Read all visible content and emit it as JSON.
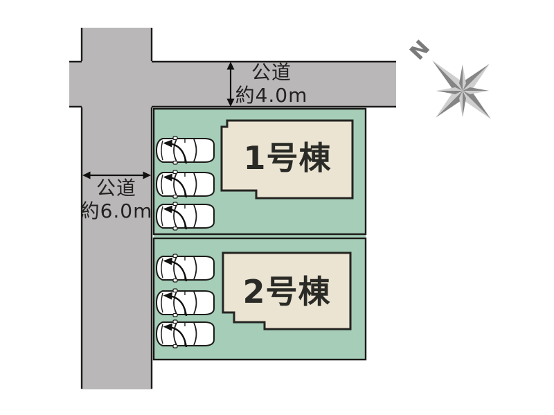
{
  "roads": {
    "top": {
      "name_line": "公道",
      "width_line": "約4.0m"
    },
    "left": {
      "name_line": "公道",
      "width_line": "約6.0m"
    }
  },
  "plots": [
    {
      "building_label": "1号棟",
      "car_count": 3
    },
    {
      "building_label": "2号棟",
      "car_count": 3
    }
  ],
  "compass": {
    "north_label": "N"
  },
  "colors": {
    "road_gray": "#bab7b8",
    "plot_green": "#a5cdb7",
    "building_beige": "#ebe4d2",
    "outline_dark": "#1c1c1a",
    "compass_gray": "#858585",
    "compass_light": "#cfcfcf"
  },
  "icons": {
    "compass": "compass-rose-icon",
    "car": "car-top-view-icon",
    "dimension_arrows": [
      "top-road-width-arrow",
      "left-road-width-arrow"
    ]
  }
}
